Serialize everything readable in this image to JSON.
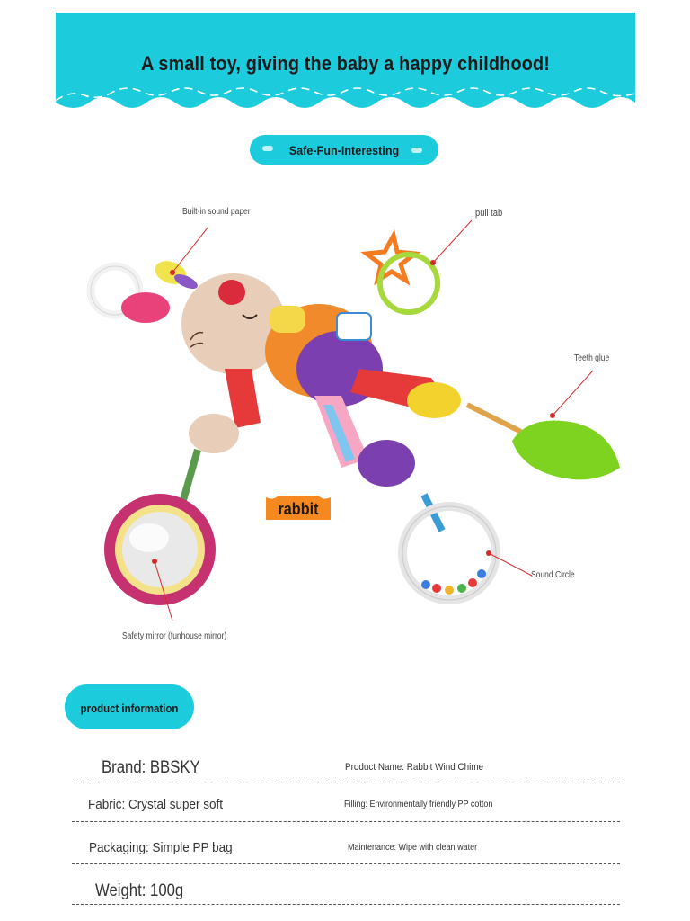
{
  "banner": {
    "title": "A small toy, giving the baby a happy childhood!",
    "color": "#1ccbdc"
  },
  "tagline": "Safe-Fun-Interesting",
  "callouts": {
    "sound_paper": "Built-in sound paper",
    "pull_tab": "pull tab",
    "teeth_glue": "Teeth glue",
    "sound_circle": "Sound Circle",
    "mirror": "Safety mirror (funhouse mirror)"
  },
  "toy_label": "rabbit",
  "info": {
    "heading": "product information",
    "brand": "Brand: BBSKY",
    "product_name": "Product Name: Rabbit Wind Chime",
    "fabric": "Fabric: Crystal super soft",
    "filling": "Filling: Environmentally friendly PP cotton",
    "packaging": "Packaging: Simple PP bag",
    "maintenance": "Maintenance: Wipe with clean water",
    "weight": "Weight: 100g"
  }
}
